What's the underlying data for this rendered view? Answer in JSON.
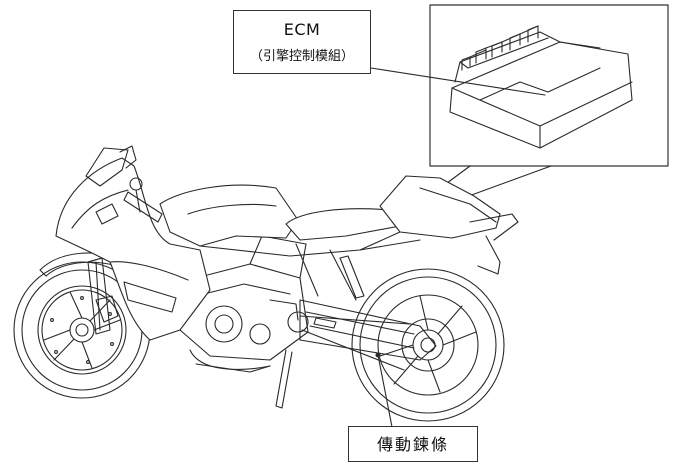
{
  "labels": {
    "ecm_title": "ECM",
    "ecm_subtitle": "（引擎控制模組）",
    "chain": "傳動鍊條"
  },
  "colors": {
    "line": "#2a2a2a",
    "background": "#ffffff"
  }
}
